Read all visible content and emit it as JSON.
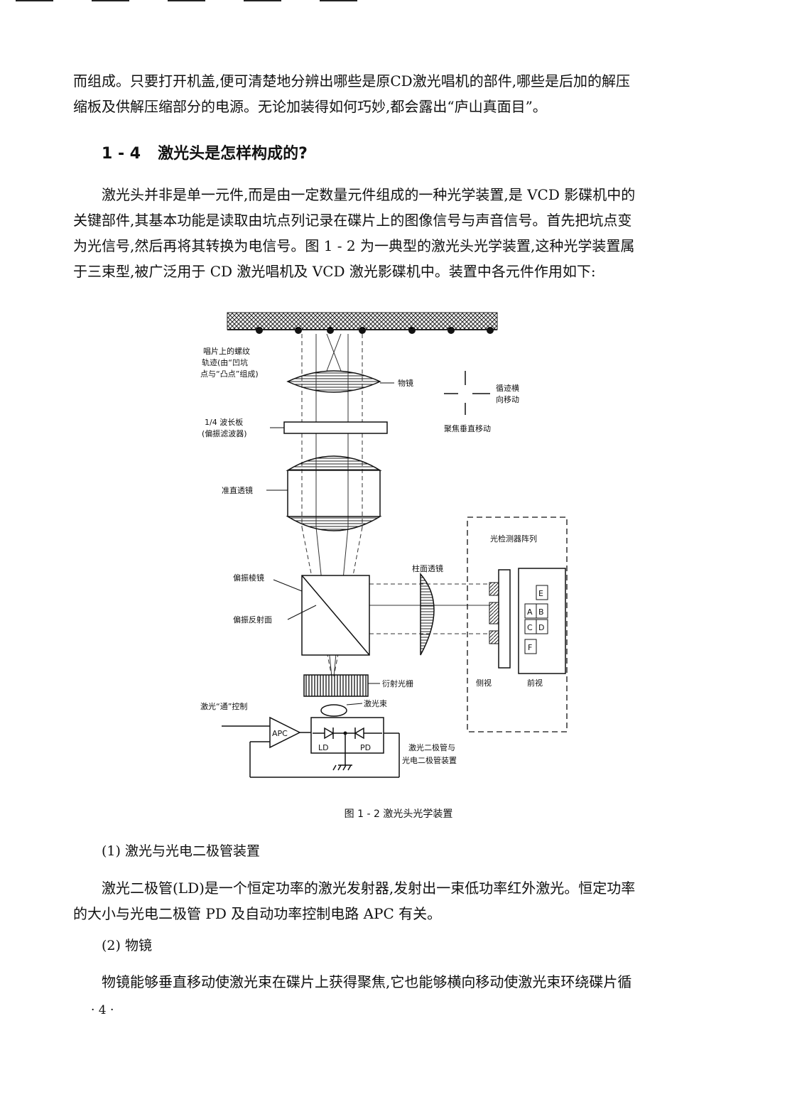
{
  "paragraph_top": {
    "lines": [
      "而组成。只要打开机盖,便可清楚地分辨出哪些是原CD激光唱机的部件,哪些是后加的解压",
      "缩板及供解压缩部分的电源。无论加装得如何巧妙,都会露出“庐山真面目”。"
    ]
  },
  "section": {
    "number": "1 - 4",
    "title": "激光头是怎样构成的?"
  },
  "paragraph_intro": {
    "lines": [
      "激光头并非是单一元件,而是由一定数量元件组成的一种光学装置,是 VCD 影碟机中的",
      "关键部件,其基本功能是读取由坑点列记录在碟片上的图像信号与声音信号。首先把坑点变",
      "为光信号,然后再将其转换为电信号。图 1 - 2 为一典型的激光头光学装置,这种光学装置属",
      "于三束型,被广泛用于 CD 激光唱机及 VCD 激光影碟机中。装置中各元件作用如下:"
    ]
  },
  "figure": {
    "caption": "图 1 - 2   激光头光学装置",
    "labels": {
      "track_1": "唱片上的螺纹",
      "track_2": "轨迹(由“凹坑",
      "track_3": "点与“凸点”组成)",
      "objective": "物镜",
      "tracking_1": "循迹横",
      "tracking_2": "向移动",
      "focus": "聚焦垂直移动",
      "quarter_wave_1": "1/4 波长板",
      "quarter_wave_2": "(偏振滤波器)",
      "collimator": "准直透镜",
      "detector_array": "光检测器阵列",
      "pbs": "偏振棱镜",
      "pbs_face": "偏振反射面",
      "cyl_lens": "柱面透镜",
      "grating": "衍射光栅",
      "laser_control": "激光“通”控制",
      "beam": "激光束",
      "apc": "APC",
      "ld": "LD",
      "pd": "PD",
      "diode_1": "激光二极管与",
      "diode_2": "光电二极管装置",
      "side_view": "侧视",
      "front_view": "前视",
      "cell_e": "E",
      "cell_a": "A",
      "cell_b": "B",
      "cell_c": "C",
      "cell_d": "D",
      "cell_f": "F"
    }
  },
  "item1": {
    "heading": "(1) 激光与光电二极管装置",
    "lines": [
      "激光二极管(LD)是一个恒定功率的激光发射器,发射出一束低功率红外激光。恒定功率",
      "的大小与光电二极管 PD 及自动功率控制电路 APC 有关。"
    ]
  },
  "item2": {
    "heading": "(2) 物镜",
    "lines": [
      "物镜能够垂直移动使激光束在碟片上获得聚焦,它也能够横向移动使激光束环绕碟片循"
    ]
  },
  "page_number": "· 4 ·"
}
